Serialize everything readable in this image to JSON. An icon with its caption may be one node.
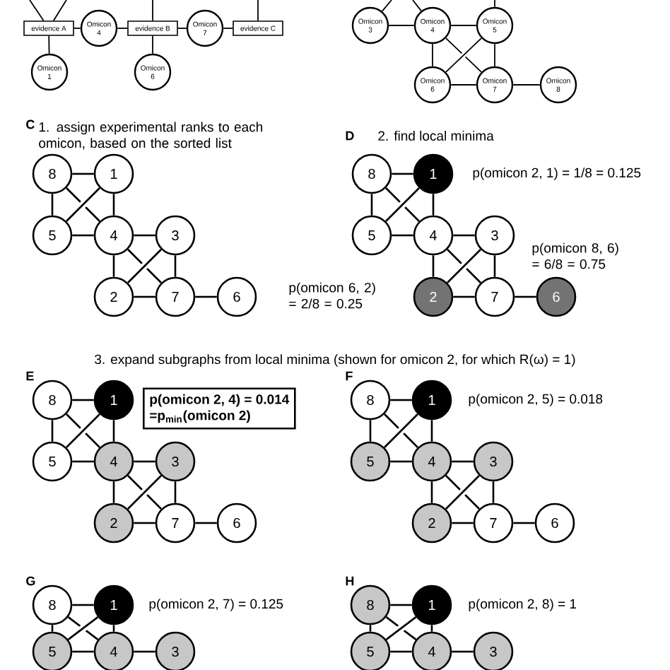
{
  "diagram": {
    "nodes": [
      {
        "text": [
          "evidence A"
        ]
      },
      {
        "text": [
          "Omicon 4"
        ]
      },
      {
        "text": [
          "evidence B"
        ]
      },
      {
        "text": [
          "Omicon 7"
        ]
      },
      {
        "text": [
          "evidence C"
        ]
      },
      {
        "text": [
          "Omicon 1"
        ]
      },
      {
        "text": [
          "Omicon 6"
        ]
      },
      {
        "text": [
          "Omicon 3"
        ]
      },
      {
        "text": [
          "Omicon 4"
        ]
      },
      {
        "text": [
          "Omicon 5"
        ]
      },
      {
        "text": [
          "Omicon 6"
        ]
      },
      {
        "text": [
          "Omicon 7"
        ]
      },
      {
        "text": [
          "Omicon 8"
        ]
      },
      {
        "text": [
          "8"
        ]
      },
      {
        "text": [
          "1"
        ]
      },
      {
        "text": [
          "5"
        ]
      },
      {
        "text": [
          "4"
        ]
      },
      {
        "text": [
          "3"
        ]
      },
      {
        "text": [
          "2"
        ]
      },
      {
        "text": [
          "7"
        ]
      },
      {
        "text": [
          "6"
        ]
      },
      {
        "text": [
          "8"
        ]
      },
      {
        "text": [
          "1"
        ]
      },
      {
        "text": [
          "5"
        ]
      },
      {
        "text": [
          "4"
        ]
      },
      {
        "text": [
          "3"
        ]
      },
      {
        "text": [
          "2"
        ]
      },
      {
        "text": [
          "7"
        ]
      },
      {
        "text": [
          "6"
        ]
      },
      {
        "text": [
          "8"
        ]
      },
      {
        "text": [
          "1"
        ]
      },
      {
        "text": [
          "5"
        ]
      },
      {
        "text": [
          "4"
        ]
      },
      {
        "text": [
          "3"
        ]
      },
      {
        "text": [
          "2"
        ]
      },
      {
        "text": [
          "7"
        ]
      },
      {
        "text": [
          "6"
        ]
      },
      {
        "text": [
          "p(omicon 2, 4) = 0.014",
          "=p$_{min}$(omicon 2)"
        ]
      },
      {
        "text": [
          "8"
        ]
      },
      {
        "text": [
          "1"
        ]
      },
      {
        "text": [
          "5"
        ]
      },
      {
        "text": [
          "4"
        ]
      },
      {
        "text": [
          "3"
        ]
      },
      {
        "text": [
          "2"
        ]
      },
      {
        "text": [
          "7"
        ]
      },
      {
        "text": [
          "6"
        ]
      },
      {
        "text": [
          "8"
        ]
      },
      {
        "text": [
          "1"
        ]
      },
      {
        "text": [
          "5"
        ]
      },
      {
        "text": [
          "4"
        ]
      },
      {
        "text": [
          "3"
        ]
      },
      {
        "text": [
          "8"
        ]
      },
      {
        "text": [
          "1"
        ]
      },
      {
        "text": [
          "5"
        ]
      },
      {
        "text": [
          "4"
        ]
      },
      {
        "text": [
          "3"
        ]
      }
    ],
    "edges": [
      {
        "from": 0,
        "to": 1,
        "arrow": "none"
      },
      {
        "from": 1,
        "to": 2,
        "arrow": "none"
      },
      {
        "from": 2,
        "to": 3,
        "arrow": "none"
      },
      {
        "from": 3,
        "to": 4,
        "arrow": "none"
      },
      {
        "from": 0,
        "to": 5,
        "arrow": "none"
      },
      {
        "from": 2,
        "to": 6,
        "arrow": "none"
      },
      {
        "from": null,
        "to": 0,
        "arrow": "none"
      },
      {
        "from": null,
        "to": 0,
        "arrow": "none"
      },
      {
        "from": null,
        "to": 2,
        "arrow": "none"
      },
      {
        "from": null,
        "to": 4,
        "arrow": "none"
      },
      {
        "from": 7,
        "to": 8,
        "arrow": "none"
      },
      {
        "from": 8,
        "to": 9,
        "arrow": "none"
      },
      {
        "from": 8,
        "to": 10,
        "arrow": "none"
      },
      {
        "from": 8,
        "to": 11,
        "arrow": "none"
      },
      {
        "from": 9,
        "to": 10,
        "arrow": "none"
      },
      {
        "from": 9,
        "to": 11,
        "arrow": "none"
      },
      {
        "from": 10,
        "to": 11,
        "arrow": "none"
      },
      {
        "from": 11,
        "to": 12,
        "arrow": "none"
      },
      {
        "from": null,
        "to": 7,
        "arrow": "none"
      },
      {
        "from": null,
        "to": 8,
        "arrow": "none"
      },
      {
        "from": null,
        "to": 9,
        "arrow": "none"
      },
      {
        "from": 13,
        "to": 14,
        "arrow": "none"
      },
      {
        "from": 13,
        "to": 15,
        "arrow": "none"
      },
      {
        "from": 13,
        "to": 16,
        "arrow": "none"
      },
      {
        "from": 14,
        "to": 15,
        "arrow": "none"
      },
      {
        "from": 14,
        "to": 16,
        "arrow": "none"
      },
      {
        "from": 15,
        "to": 16,
        "arrow": "none"
      },
      {
        "from": 16,
        "to": 17,
        "arrow": "none"
      },
      {
        "from": 16,
        "to": 18,
        "arrow": "none"
      },
      {
        "from": 16,
        "to": 19,
        "arrow": "none"
      },
      {
        "from": 17,
        "to": 18,
        "arrow": "none"
      },
      {
        "from": 17,
        "to": 19,
        "arrow": "none"
      },
      {
        "from": 18,
        "to": 19,
        "arrow": "none"
      },
      {
        "from": 19,
        "to": 20,
        "arrow": "none"
      },
      {
        "from": 21,
        "to": 22,
        "arrow": "none"
      },
      {
        "from": 21,
        "to": 23,
        "arrow": "none"
      },
      {
        "from": 21,
        "to": 24,
        "arrow": "none"
      },
      {
        "from": 22,
        "to": 23,
        "arrow": "none"
      },
      {
        "from": 22,
        "to": 24,
        "arrow": "none"
      },
      {
        "from": 23,
        "to": 24,
        "arrow": "none"
      },
      {
        "from": 24,
        "to": 25,
        "arrow": "none"
      },
      {
        "from": 24,
        "to": 26,
        "arrow": "none"
      },
      {
        "from": 24,
        "to": 27,
        "arrow": "none"
      },
      {
        "from": 25,
        "to": 26,
        "arrow": "none"
      },
      {
        "from": 25,
        "to": 27,
        "arrow": "none"
      },
      {
        "from": 26,
        "to": 27,
        "arrow": "none"
      },
      {
        "from": 27,
        "to": 28,
        "arrow": "none"
      },
      {
        "from": 29,
        "to": 30,
        "arrow": "none"
      },
      {
        "from": 29,
        "to": 31,
        "arrow": "none"
      },
      {
        "from": 29,
        "to": 32,
        "arrow": "none"
      },
      {
        "from": 30,
        "to": 31,
        "arrow": "none"
      },
      {
        "from": 30,
        "to": 32,
        "arrow": "none"
      },
      {
        "from": 31,
        "to": 32,
        "arrow": "none"
      },
      {
        "from": 32,
        "to": 33,
        "arrow": "none"
      },
      {
        "from": 32,
        "to": 34,
        "arrow": "none"
      },
      {
        "from": 32,
        "to": 35,
        "arrow": "none"
      },
      {
        "from": 33,
        "to": 34,
        "arrow": "none"
      },
      {
        "from": 33,
        "to": 35,
        "arrow": "none"
      },
      {
        "from": 34,
        "to": 35,
        "arrow": "none"
      },
      {
        "from": 35,
        "to": 36,
        "arrow": "none"
      },
      {
        "from": 38,
        "to": 39,
        "arrow": "none"
      },
      {
        "from": 38,
        "to": 40,
        "arrow": "none"
      },
      {
        "from": 38,
        "to": 41,
        "arrow": "none"
      },
      {
        "from": 39,
        "to": 40,
        "arrow": "none"
      },
      {
        "from": 39,
        "to": 41,
        "arrow": "none"
      },
      {
        "from": 40,
        "to": 41,
        "arrow": "none"
      },
      {
        "from": 41,
        "to": 42,
        "arrow": "none"
      },
      {
        "from": 41,
        "to": 43,
        "arrow": "none"
      },
      {
        "from": 41,
        "to": 44,
        "arrow": "none"
      },
      {
        "from": 42,
        "to": 43,
        "arrow": "none"
      },
      {
        "from": 42,
        "to": 44,
        "arrow": "none"
      },
      {
        "from": 43,
        "to": 44,
        "arrow": "none"
      },
      {
        "from": 44,
        "to": 45,
        "arrow": "none"
      },
      {
        "from": 46,
        "to": 47,
        "arrow": "none"
      },
      {
        "from": 46,
        "to": 48,
        "arrow": "none"
      },
      {
        "from": 46,
        "to": 49,
        "arrow": "none"
      },
      {
        "from": 47,
        "to": 48,
        "arrow": "none"
      },
      {
        "from": 47,
        "to": 49,
        "arrow": "none"
      },
      {
        "from": 48,
        "to": 49,
        "arrow": "none"
      },
      {
        "from": 49,
        "to": 50,
        "arrow": "none"
      },
      {
        "from": 51,
        "to": 52,
        "arrow": "none"
      },
      {
        "from": 51,
        "to": 53,
        "arrow": "none"
      },
      {
        "from": 51,
        "to": 54,
        "arrow": "none"
      },
      {
        "from": 52,
        "to": 53,
        "arrow": "none"
      },
      {
        "from": 52,
        "to": 54,
        "arrow": "none"
      },
      {
        "from": 53,
        "to": 54,
        "arrow": "none"
      },
      {
        "from": 54,
        "to": 55,
        "arrow": "none"
      }
    ],
    "labels": [
      "C",
      "1. assign experimental ranks to each omicon, based on the sorted list",
      "D",
      "2. find local minima",
      "p(omicon 2, 1) = 1/8 = 0.125",
      "p(omicon 8, 6) = 6/8 = 0.75",
      "p(omicon 6, 2) = 2/8 = 0.25",
      "3. expand subgraphs from local minima (shown for omicon 2, for which R(ω) = 1)",
      "E",
      "F",
      "p(omicon 2, 5) = 0.018",
      "G",
      "p(omicon 2, 7) = 0.125",
      "H",
      "p(omicon 2, 8) = 1"
    ]
  }
}
